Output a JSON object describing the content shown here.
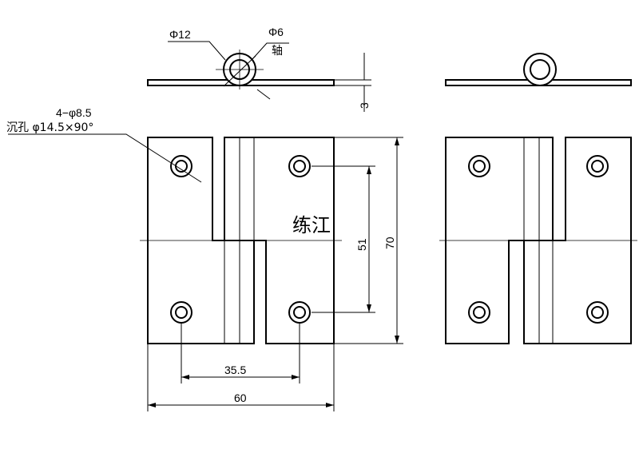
{
  "labels": {
    "dia_outer": "Φ12",
    "dia_shaft": "Φ6",
    "shaft": "轴",
    "thickness": "3",
    "holes_line1": "4−φ8.5",
    "holes_line2": "沉孔 φ14.5×90°",
    "hole_pitch_v": "51",
    "height": "70",
    "hole_pitch_h": "35.5",
    "width": "60"
  },
  "watermark": "练江"
}
